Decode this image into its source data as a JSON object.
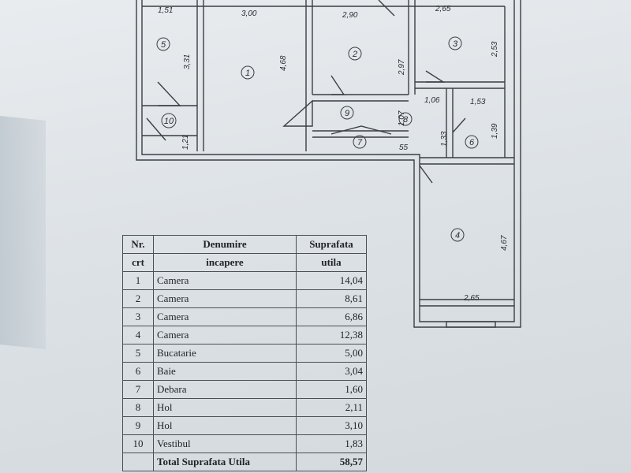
{
  "plan": {
    "dimensions": {
      "d_151": "1,51",
      "d_300": "3,00",
      "d_290": "2,90",
      "d_265_top": "2,65",
      "d_331": "3,31",
      "d_468": "4,68",
      "d_297": "2,97",
      "d_253": "2,53",
      "d_106": "1,06",
      "d_153": "1,53",
      "d_107": "1,07",
      "d_133": "1,33",
      "d_139": "1,39",
      "d_121": "1,21",
      "d_55": "55",
      "d_467": "4,67",
      "d_265_bottom": "2,65"
    },
    "rooms": {
      "r1": "1",
      "r2": "2",
      "r3": "3",
      "r4": "4",
      "r5": "5",
      "r6": "6",
      "r7": "7",
      "r8": "8",
      "r9": "9",
      "r10": "10"
    }
  },
  "table": {
    "headers": {
      "nr_line1": "Nr.",
      "nr_line2": "crt",
      "name_line1": "Denumire",
      "name_line2": "incapere",
      "area_line1": "Suprafata",
      "area_line2": "utila"
    },
    "rows": [
      {
        "nr": "1",
        "name": "Camera",
        "area": "14,04"
      },
      {
        "nr": "2",
        "name": "Camera",
        "area": "8,61"
      },
      {
        "nr": "3",
        "name": "Camera",
        "area": "6,86"
      },
      {
        "nr": "4",
        "name": "Camera",
        "area": "12,38"
      },
      {
        "nr": "5",
        "name": "Bucatarie",
        "area": "5,00"
      },
      {
        "nr": "6",
        "name": "Baie",
        "area": "3,04"
      },
      {
        "nr": "7",
        "name": "Debara",
        "area": "1,60"
      },
      {
        "nr": "8",
        "name": "Hol",
        "area": "2,11"
      },
      {
        "nr": "9",
        "name": "Hol",
        "area": "3,10"
      },
      {
        "nr": "10",
        "name": "Vestibul",
        "area": "1,83"
      }
    ],
    "total_label": "Total Suprafata Utila",
    "total_value": "58,57"
  }
}
